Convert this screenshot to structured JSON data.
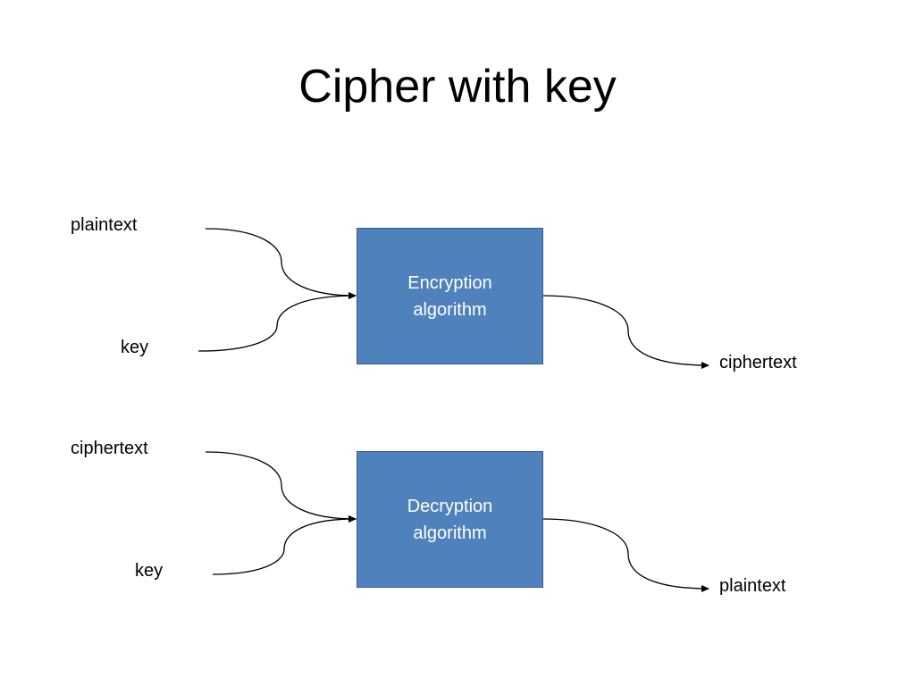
{
  "title": "Cipher with key",
  "colors": {
    "box_fill": "#4f81bd",
    "box_border": "#385d8a",
    "box_text": "#ffffff",
    "connector": "#000000"
  },
  "encryption": {
    "input_top": "plaintext",
    "input_bottom": "key",
    "box_line1": "Encryption",
    "box_line2": "algorithm",
    "output": "ciphertext"
  },
  "decryption": {
    "input_top": "ciphertext",
    "input_bottom": "key",
    "box_line1": "Decryption",
    "box_line2": "algorithm",
    "output": "plaintext"
  }
}
